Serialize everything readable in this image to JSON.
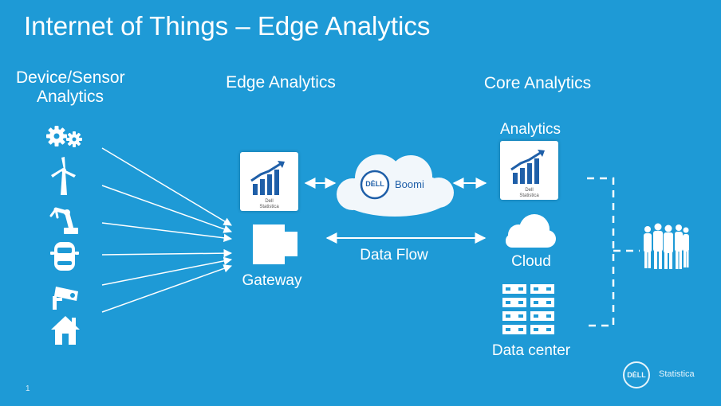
{
  "slide": {
    "title": "Internet of Things – Edge Analytics",
    "page_number": "1"
  },
  "columns": {
    "device_sensor": "Device/Sensor Analytics",
    "edge": "Edge Analytics",
    "core": "Core Analytics"
  },
  "device_icons": [
    "gears-icon",
    "wind-turbine-icon",
    "robot-arm-icon",
    "car-icon",
    "security-camera-icon",
    "home-icon"
  ],
  "edge": {
    "tile_logo_line1": "Dell",
    "tile_logo_line2": "Statistica",
    "gateway_label": "Gateway"
  },
  "cloud_service": {
    "logo": "DĖLL",
    "name": "Boomi"
  },
  "data_flow_label": "Data Flow",
  "core": {
    "analytics_label": "Analytics",
    "tile_logo_line1": "Dell",
    "tile_logo_line2": "Statistica",
    "cloud_label": "Cloud",
    "datacenter_label": "Data center"
  },
  "footer": {
    "logo": "DĖLL",
    "brand_name": "Statistica"
  },
  "colors": {
    "background": "#1e9ad6",
    "foreground": "#ffffff",
    "chart_bars": "#1f5fa8"
  }
}
